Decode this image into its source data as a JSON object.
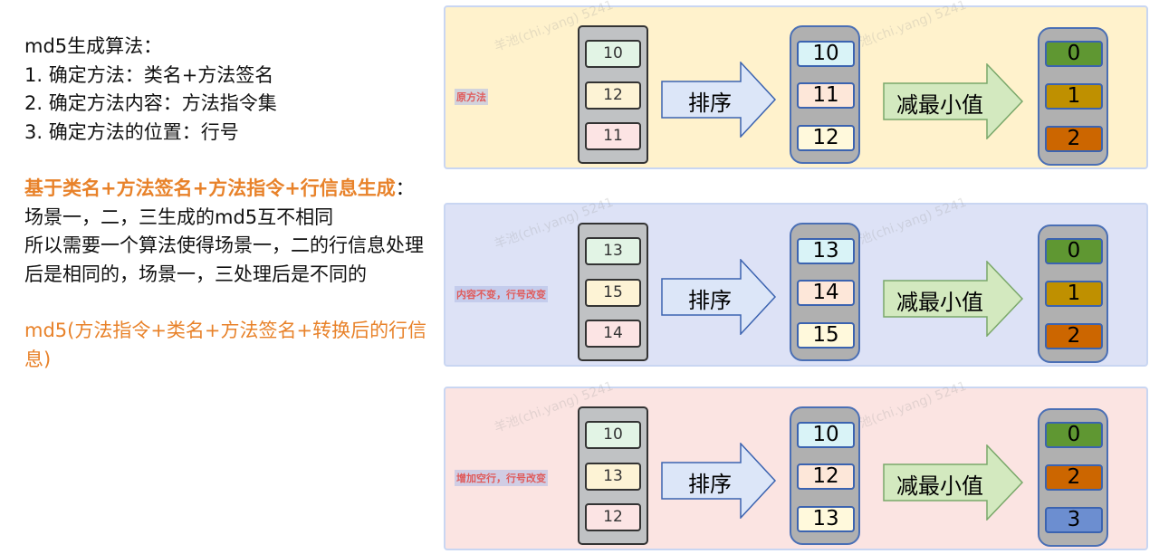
{
  "left_text": {
    "title": "md5生成算法：",
    "steps": [
      "1. 确定方法：类名+方法签名",
      "2. 确定方法内容：方法指令集",
      "3. 确定方法的位置：行号"
    ],
    "highlight": "基于类名+方法签名+方法指令+行信息生成",
    "para_rest": "：场景一，二，三生成的md5互不相同",
    "para2": "所以需要一个算法使得场景一，二的行信息处理后是相同的，场景一，三处理后是不同的",
    "formula": "md5(方法指令+类名+方法签名+转换后的行信息)"
  },
  "watermark": "羊池(chi.yang) 5241",
  "arrows": {
    "sort": "排序",
    "subtract": "减最小值"
  },
  "panels": [
    {
      "label": "原方法",
      "bg": "#fff2cc",
      "original": [
        "10",
        "12",
        "11"
      ],
      "sorted": [
        "10",
        "11",
        "12"
      ],
      "result": [
        "0",
        "1",
        "2"
      ],
      "result_colors": [
        "#5f9732",
        "#bf9000",
        "#cc6600"
      ]
    },
    {
      "label": "内容不变，行号改变",
      "bg": "#dde2f6",
      "original": [
        "13",
        "15",
        "14"
      ],
      "sorted": [
        "13",
        "14",
        "15"
      ],
      "result": [
        "0",
        "1",
        "2"
      ],
      "result_colors": [
        "#5f9732",
        "#bf9000",
        "#cc6600"
      ]
    },
    {
      "label": "增加空行，行号改变",
      "bg": "#fbe4e2",
      "original": [
        "10",
        "13",
        "12"
      ],
      "sorted": [
        "10",
        "12",
        "13"
      ],
      "result": [
        "0",
        "2",
        "3"
      ],
      "result_colors": [
        "#5f9732",
        "#cc6600",
        "#6c8ed0"
      ]
    }
  ]
}
